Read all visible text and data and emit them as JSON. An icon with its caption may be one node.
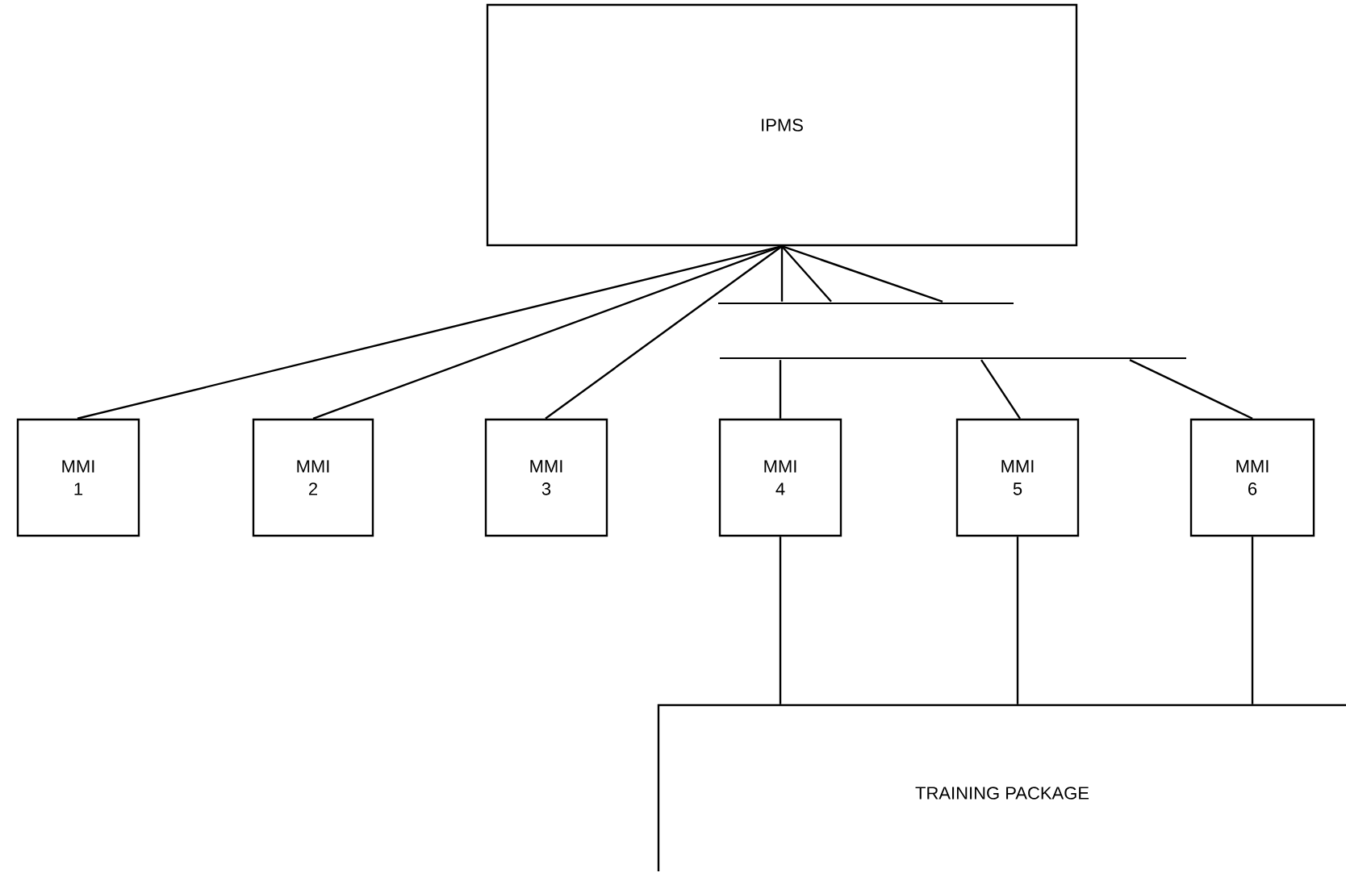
{
  "diagram": {
    "nodes": [
      {
        "text": [
          "IPMS"
        ]
      },
      {
        "text": [
          "MMI 1"
        ]
      },
      {
        "text": [
          "MMI 2"
        ]
      },
      {
        "text": [
          "MMI 3"
        ]
      },
      {
        "text": [
          "MMI 4"
        ]
      },
      {
        "text": [
          "MMI 5"
        ]
      },
      {
        "text": [
          "MMI 6"
        ]
      },
      {
        "text": [
          "TRAINING PACKAGE"
        ]
      },
      {
        "text": [],
        "shape": "bar"
      },
      {
        "text": [],
        "shape": "bar"
      }
    ],
    "edges": [
      {
        "from": 0,
        "to": 1,
        "arrow": "none"
      },
      {
        "from": 0,
        "to": 2,
        "arrow": "none"
      },
      {
        "from": 0,
        "to": 3,
        "arrow": "none"
      },
      {
        "from": 0,
        "to": 8,
        "arrow": "none"
      },
      {
        "from": 0,
        "to": 8,
        "arrow": "none"
      },
      {
        "from": 0,
        "to": 8,
        "arrow": "none"
      },
      {
        "from": 9,
        "to": 4,
        "arrow": "none"
      },
      {
        "from": 9,
        "to": 5,
        "arrow": "none"
      },
      {
        "from": 9,
        "to": 6,
        "arrow": "none"
      },
      {
        "from": 4,
        "to": 7,
        "arrow": "none"
      },
      {
        "from": 5,
        "to": 7,
        "arrow": "none"
      },
      {
        "from": 6,
        "to": 7,
        "arrow": "none"
      }
    ]
  }
}
